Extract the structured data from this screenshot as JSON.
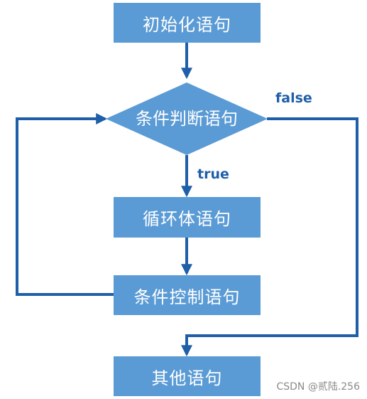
{
  "nodes": {
    "init": "初始化语句",
    "condition": "条件判断语句",
    "body": "循环体语句",
    "control": "条件控制语句",
    "other": "其他语句"
  },
  "edges": {
    "true_label": "true",
    "false_label": "false"
  },
  "watermark": "CSDN @贰陆.256",
  "colors": {
    "box_fill": "#5b9bd5",
    "line": "#1f5fa8",
    "box_text": "#ffffff"
  }
}
